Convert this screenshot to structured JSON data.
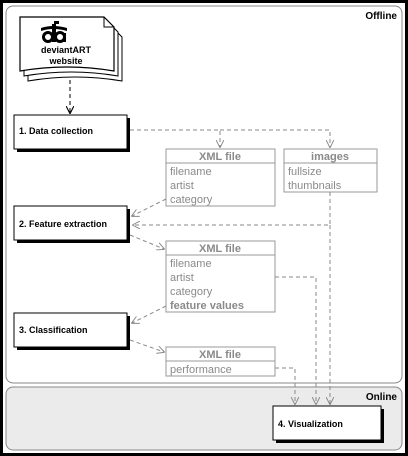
{
  "zones": {
    "offline": "Offline",
    "online": "Online"
  },
  "source": {
    "line1": "deviantART",
    "line2": "website"
  },
  "steps": {
    "data_collection": "1. Data collection",
    "feature_extraction": "2. Feature extraction",
    "classification": "3. Classification",
    "visualization": "4. Visualization"
  },
  "xml1": {
    "title": "XML file",
    "fields": [
      "filename",
      "artist",
      "category"
    ]
  },
  "images": {
    "title": "images",
    "fields": [
      "fullsize",
      "thumbnails"
    ]
  },
  "xml2": {
    "title": "XML file",
    "fields": [
      "filename",
      "artist",
      "category"
    ],
    "bold_field": "feature values"
  },
  "xml3": {
    "title": "XML file",
    "fields": [
      "performance"
    ]
  },
  "colors": {
    "frame": "#000000",
    "zone_border": "#888888",
    "online_fill": "#ebebeb",
    "data_box": "#9a9a9a",
    "data_text": "#8a8a8a"
  }
}
